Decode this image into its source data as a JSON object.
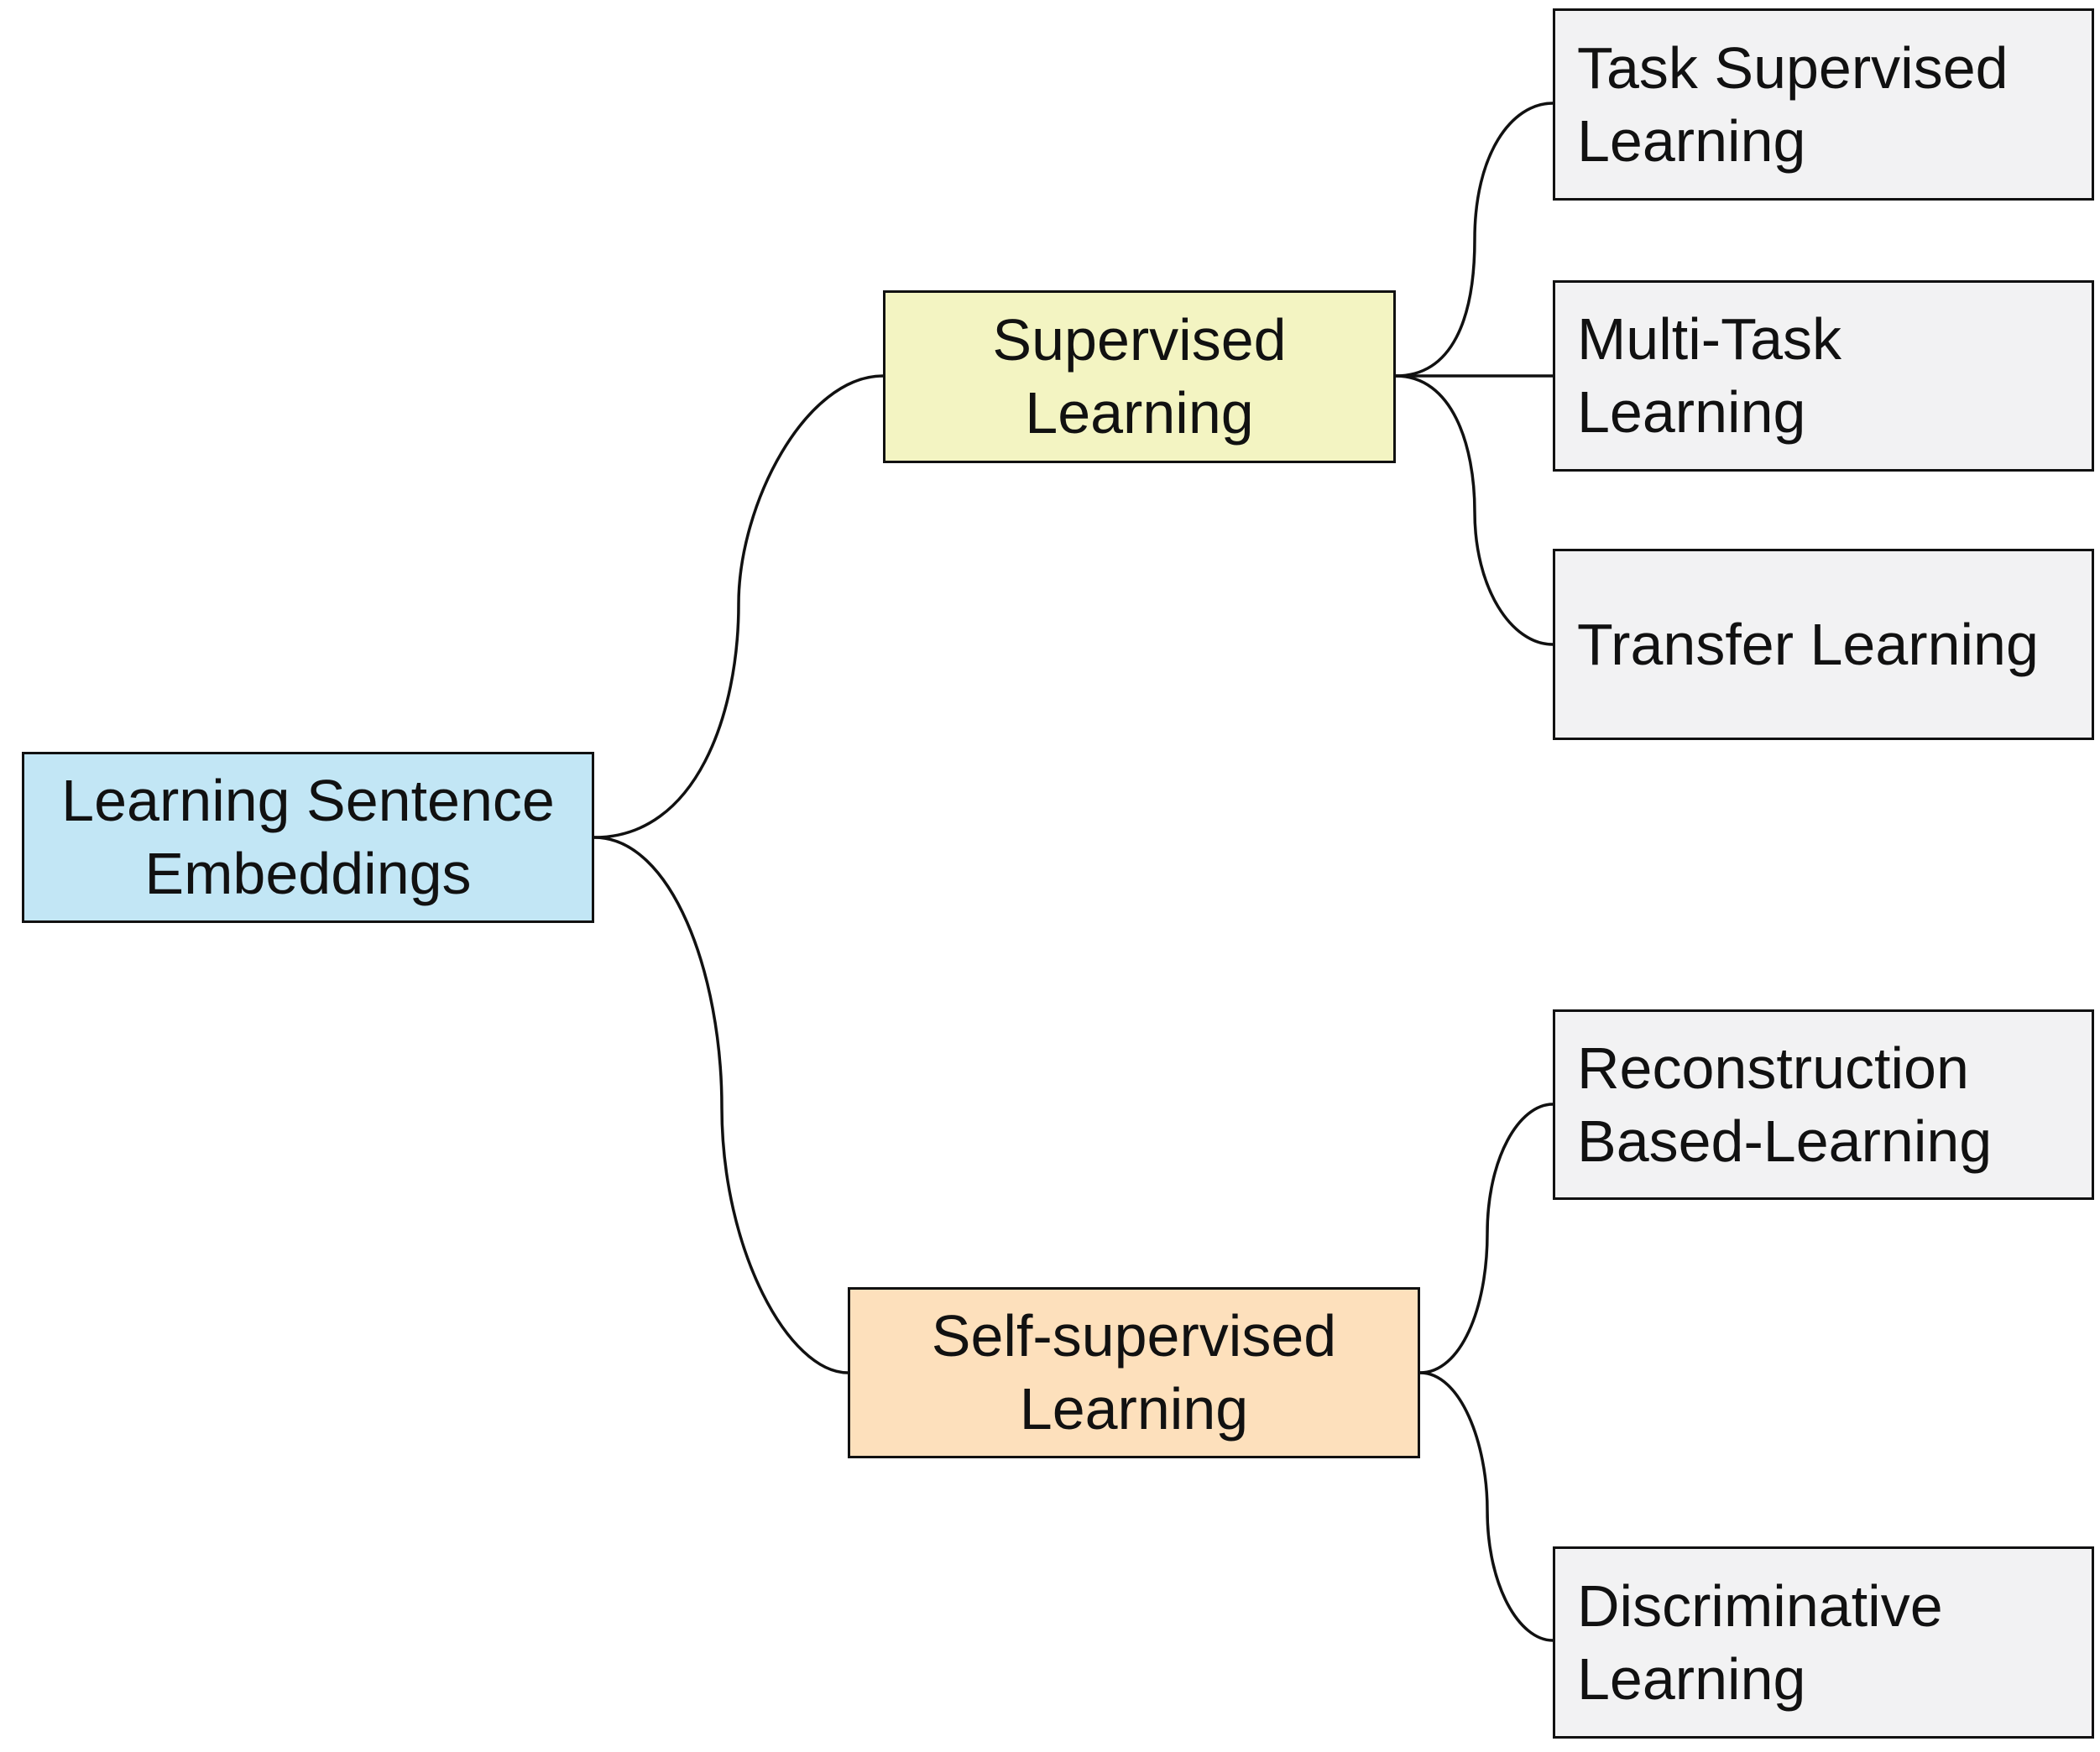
{
  "diagram": {
    "root": {
      "lines": [
        "Learning Sentence",
        "Embeddings"
      ],
      "color": "#c2e6f5"
    },
    "supervised": {
      "lines": [
        "Supervised",
        "Learning"
      ],
      "color": "#f3f4c2"
    },
    "self_supervised": {
      "lines": [
        "Self-supervised",
        "Learning"
      ],
      "color": "#fde0bc"
    },
    "leaves": {
      "task_supervised": {
        "lines": [
          "Task Supervised",
          "Learning"
        ]
      },
      "multi_task": {
        "lines": [
          "Multi-Task",
          "Learning"
        ]
      },
      "transfer": {
        "lines": [
          "Transfer Learning"
        ]
      },
      "reconstruction": {
        "lines": [
          "Reconstruction",
          "Based-Learning"
        ]
      },
      "discriminative": {
        "lines": [
          "Discriminative",
          "Learning"
        ]
      },
      "color": "#f2f2f3"
    },
    "edge_color": "#111111"
  }
}
